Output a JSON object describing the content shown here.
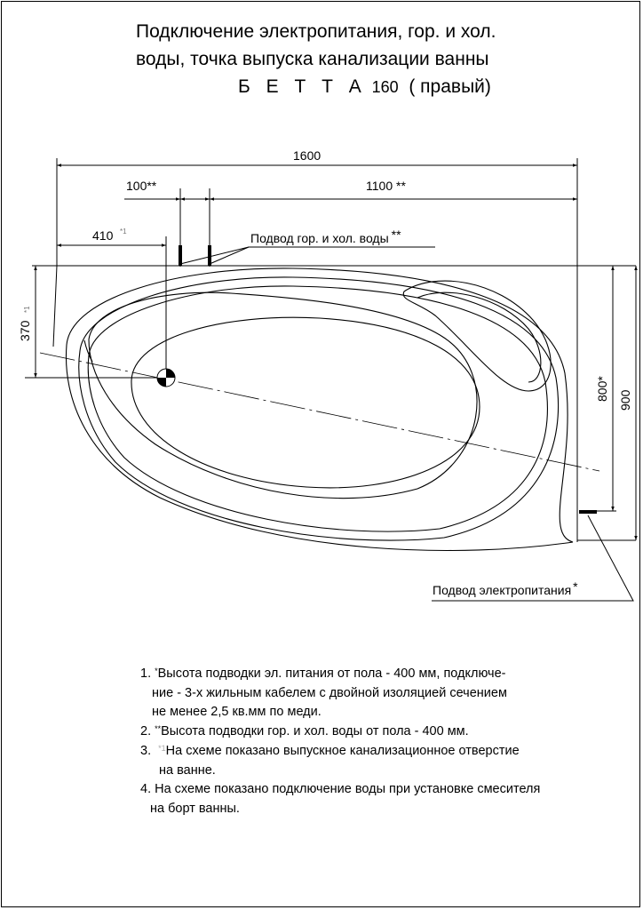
{
  "title": {
    "line1": "Подключение электропитания, гор. и хол.",
    "line2": "воды, точка выпуска канализации ванны",
    "model": "Б Е Т Т А",
    "model_number": "160",
    "variant": "( правый)"
  },
  "dimensions": {
    "total_length": "1600",
    "pipe_gap": "100**",
    "pipe_to_end": "1100 **",
    "drain_offset_x": "410",
    "drain_offset_x_mark": "*1",
    "drain_offset_y": "370",
    "drain_offset_y_mark": "*1",
    "power_height": "800*",
    "total_width": "900"
  },
  "labels": {
    "water_supply": "Подвод гор. и хол. воды",
    "water_supply_mark": "**",
    "power_supply": "Подвод электропитания",
    "power_supply_mark": "*"
  },
  "notes": {
    "n1_a_num": "1.",
    "n1_a_mark": "*",
    "n1_a": "Высота подводки эл. питания от пола - 400 мм, подключе-",
    "n1_b": "ние - 3-х жильным кабелем с двойной изоляцией сечением",
    "n1_c": "не менее 2,5 кв.мм по меди.",
    "n2_num": "2.",
    "n2_mark": "**",
    "n2": "Высота подводки гор. и хол. воды от пола - 400 мм.",
    "n3_num": "3.",
    "n3_mark": "*1",
    "n3_a": "На схеме показано выпускное канализационное отверстие",
    "n3_b": "на ванне.",
    "n4_a": "4. На схеме показано подключение воды при установке смесителя",
    "n4_b": "на борт ванны."
  }
}
